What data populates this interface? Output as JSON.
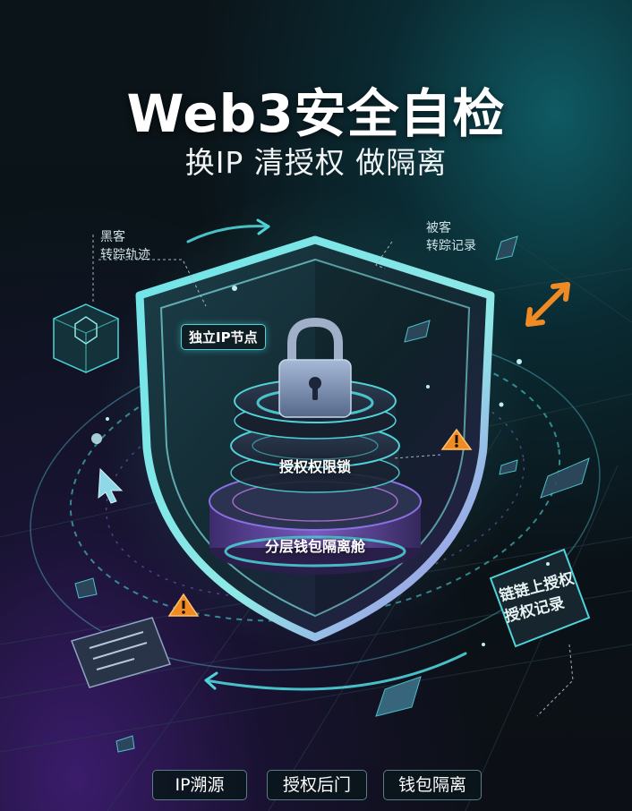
{
  "title": "Web3安全自检",
  "subtitle": "换IP 清授权 做隔离",
  "labels": {
    "independent_ip_node": "独立IP节点",
    "hacker_tracking": [
      "黑客",
      "转踪轨迹"
    ],
    "tracked_record": [
      "被客",
      "转踪记录"
    ],
    "auth_lock": "授权权限锁",
    "wallet_isolation_layer": "分层钱包隔离舱",
    "onchain_auth_record": [
      "链链上授权",
      "授权记录"
    ]
  },
  "bottom_buttons": [
    "IP溯源",
    "授权后门",
    "钱包隔离"
  ],
  "icons": [
    "shield-icon",
    "lock-icon",
    "warning-icon",
    "arrow-icon",
    "cube-icon",
    "document-icon"
  ],
  "colors": {
    "accent_cyan": "#4fd3d8",
    "accent_purple": "#7b4fd8",
    "warning_orange": "#f08a24"
  }
}
